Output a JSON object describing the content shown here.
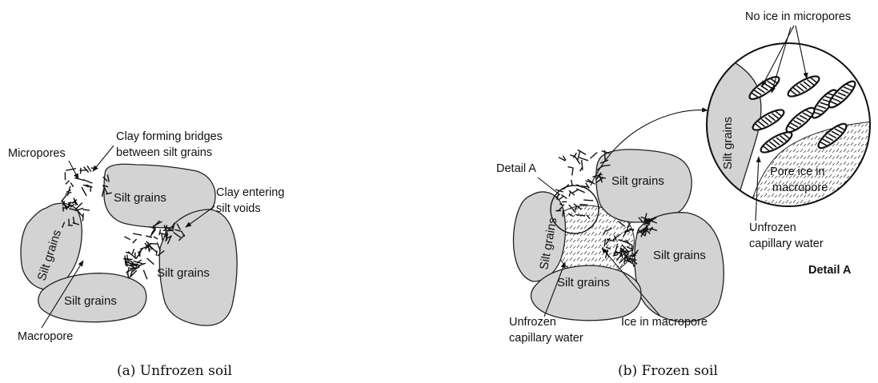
{
  "panel_a": {
    "caption": "(a) Unfrozen soil",
    "labels": {
      "micropores": "Micropores",
      "clay_bridges_1": "Clay forming bridges",
      "clay_bridges_2": "between silt grains",
      "clay_entering_1": "Clay entering",
      "clay_entering_2": "silt voids",
      "macropore": "Macropore",
      "grain_top": "Silt grains",
      "grain_left": "Silt grains",
      "grain_right": "Silt grains",
      "grain_bottom": "Silt grains"
    }
  },
  "panel_b": {
    "caption": "(b) Frozen soil",
    "labels": {
      "detail_a": "Detail A",
      "grain_top": "Silt grains",
      "grain_left": "Silt grains",
      "grain_right": "Silt grains",
      "grain_bottom": "Silt grains",
      "unfrozen_1": "Unfrozen",
      "unfrozen_2": "capillary water",
      "ice_macropore": "Ice in macropore"
    }
  },
  "detail": {
    "title": "Detail A",
    "no_ice": "No ice in micropores",
    "grain": "Silt grains",
    "pore_ice_1": "Pore ice in",
    "pore_ice_2": "macropore",
    "unfrozen_1": "Unfrozen",
    "unfrozen_2": "capillary water"
  },
  "colors": {
    "grain_fill": "#d3d3d3",
    "outline": "#222222",
    "background": "#ffffff"
  }
}
